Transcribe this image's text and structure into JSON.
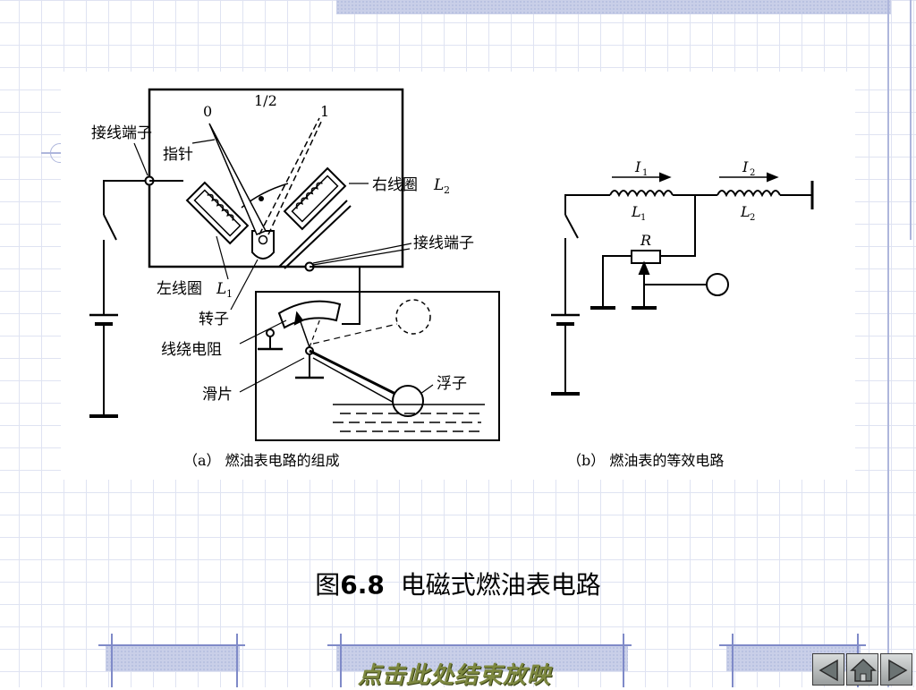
{
  "diagram_a": {
    "scale_0": "0",
    "scale_half": "1/2",
    "scale_1": "1",
    "terminal_left": "接线端子",
    "pointer": "指针",
    "right_coil": "右线圈",
    "right_coil_sym": "L",
    "right_coil_sub": "2",
    "terminal_right": "接线端子",
    "left_coil": "左线圈",
    "left_coil_sym": "L",
    "left_coil_sub": "1",
    "rotor": "转子",
    "wire_resistor": "线绕电阻",
    "slider": "滑片",
    "float": "浮子",
    "caption": "（a） 燃油表电路的组成"
  },
  "diagram_b": {
    "i1_sym": "I",
    "i1_sub": "1",
    "i2_sym": "I",
    "i2_sub": "2",
    "l1_sym": "L",
    "l1_sub": "1",
    "l2_sym": "L",
    "l2_sub": "2",
    "r_label": "R",
    "caption": "（b） 燃油表的等效电路"
  },
  "figure_title_prefix": "图",
  "figure_title_number": "6.8",
  "figure_title_text": "电磁式燃油表电路",
  "end_show": "点击此处结束放映",
  "nav": {
    "prev_icon": "prev-arrow-icon",
    "home_icon": "home-icon",
    "next_icon": "next-arrow-icon"
  }
}
